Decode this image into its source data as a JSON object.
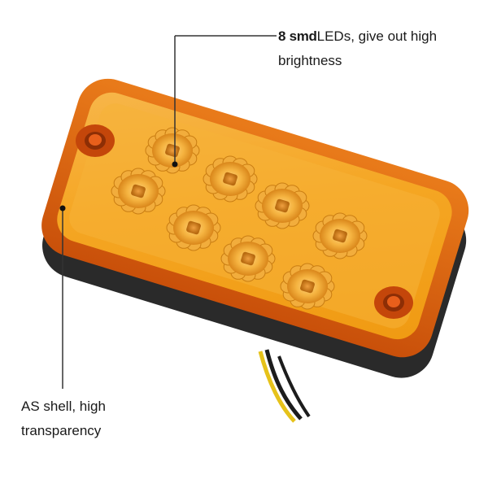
{
  "callouts": {
    "leds": {
      "bold_text": "8 smd",
      "text_line1": "LEDs, give out high",
      "text_line2": "brightness"
    },
    "shell": {
      "text_line1": "AS shell, high",
      "text_line2": "transparency"
    }
  },
  "product": {
    "led_count": 8,
    "lens_color": "#f2a516",
    "housing_rim_color": "#d8620a",
    "base_color": "#2a2a2a",
    "wire_colors": [
      "#1c1c1c",
      "#e6c21a"
    ]
  }
}
